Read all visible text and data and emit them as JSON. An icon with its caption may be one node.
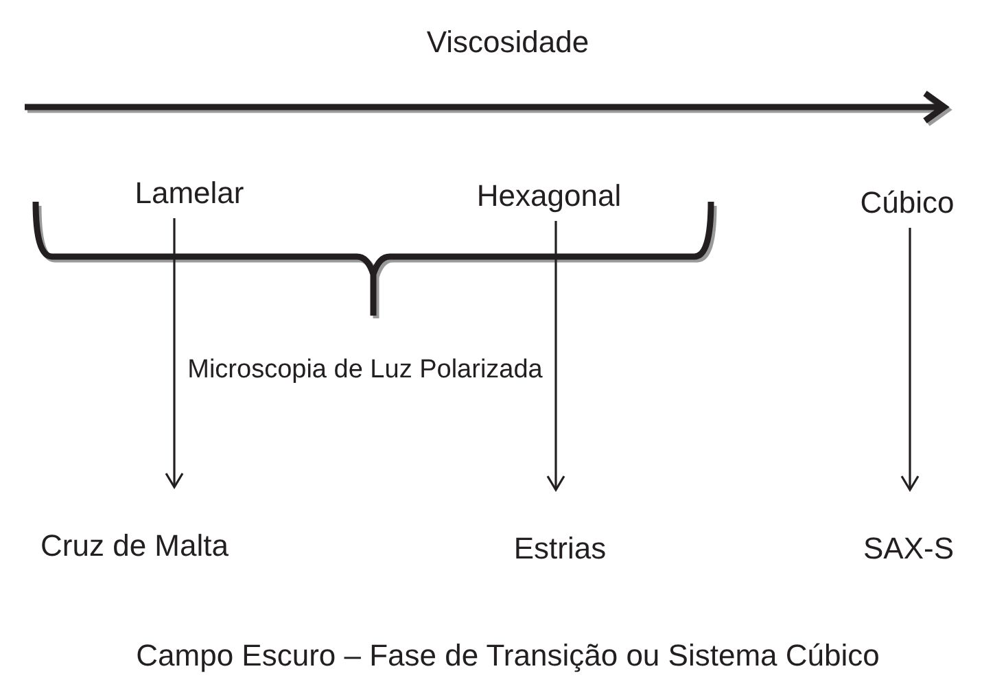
{
  "diagram": {
    "nodes": [
      {
        "text": [
          "Lamelar"
        ]
      },
      {
        "text": [
          "Hexagonal"
        ]
      },
      {
        "text": [
          "Cúbico"
        ]
      },
      {
        "text": [
          "Microscopia de Luz Polarizada"
        ]
      },
      {
        "text": [
          "Cruz de Malta"
        ]
      },
      {
        "text": [
          "Estrias"
        ]
      },
      {
        "text": [
          "SAX-S"
        ]
      }
    ],
    "edges": [
      {
        "from": 0,
        "to": 4,
        "arrow": "to"
      },
      {
        "from": 1,
        "to": 5,
        "arrow": "to"
      },
      {
        "from": 2,
        "to": 6,
        "arrow": "to"
      }
    ],
    "labels": [
      "Viscosidade",
      "Campo Escuro – Fase de Transição ou Sistema Cúbico"
    ]
  }
}
